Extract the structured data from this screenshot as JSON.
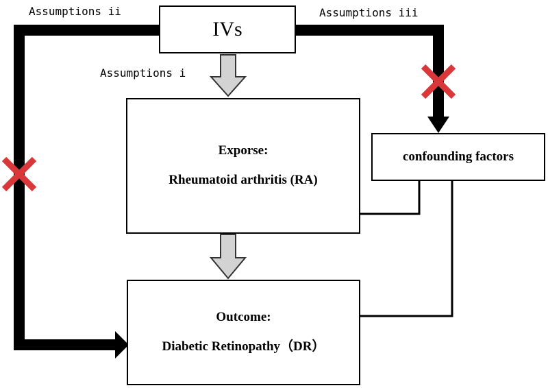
{
  "assumptions": {
    "ii": "Assumptions ii",
    "iii": "Assumptions iii",
    "i": "Assumptions i"
  },
  "nodes": {
    "ivs": "IVs",
    "exposure": {
      "heading": "Exporse:",
      "name": "Rheumatoid arthritis (RA)"
    },
    "confounders": "confounding factors",
    "outcome": {
      "heading": "Outcome:",
      "name": "Diabetic Retinopathy（DR）"
    }
  },
  "colors": {
    "arrow_fill": "#d3d3d3",
    "line": "#000000",
    "cross": "#d9383a"
  }
}
